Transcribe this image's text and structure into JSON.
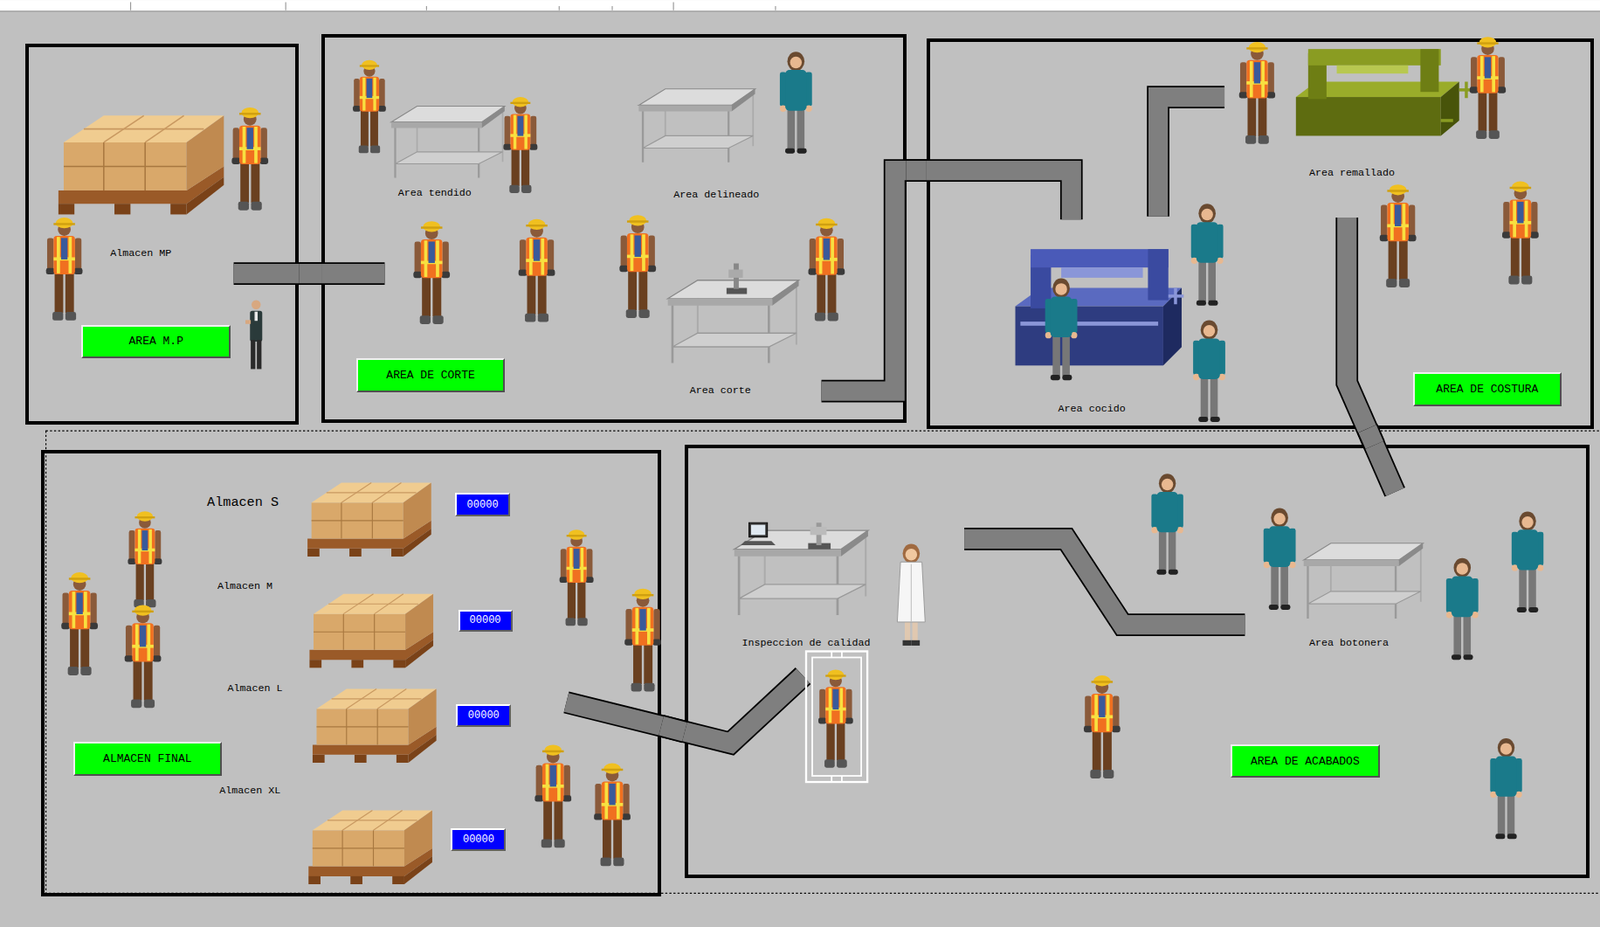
{
  "diagram": {
    "nodes": [
      {
        "text": [
          "Almacen MP"
        ]
      },
      {
        "text": [
          "AREA M.P"
        ],
        "in": 0
      },
      {
        "text": [
          "Area tendido",
          "Area delineado",
          "Area corte"
        ]
      },
      {
        "text": [
          "AREA DE CORTE"
        ],
        "in": 2
      },
      {
        "text": [
          "Area remallado",
          "Area cocido"
        ]
      },
      {
        "text": [
          "AREA DE COSTURA"
        ],
        "in": 4
      },
      {
        "text": [
          "Almacen S",
          "Almacen M",
          "Almacen L",
          "Almacen XL"
        ]
      },
      {
        "text": [
          "00000"
        ],
        "in": 6
      },
      {
        "text": [
          "00000"
        ],
        "in": 6
      },
      {
        "text": [
          "00000"
        ],
        "in": 6
      },
      {
        "text": [
          "00000"
        ],
        "in": 6
      },
      {
        "text": [
          "ALMACEN FINAL"
        ],
        "in": 6
      },
      {
        "text": [
          "Inspeccion de calidad",
          "Area botonera"
        ]
      },
      {
        "text": [
          "AREA DE ACABADOS"
        ],
        "in": 12
      }
    ],
    "edges": [
      {
        "from": 0,
        "to": 2,
        "arrow": "none"
      },
      {
        "from": 2,
        "to": 4,
        "arrow": "none"
      },
      {
        "from": 4,
        "to": 12,
        "arrow": "none"
      },
      {
        "from": 12,
        "to": 6,
        "arrow": "none"
      }
    ]
  }
}
